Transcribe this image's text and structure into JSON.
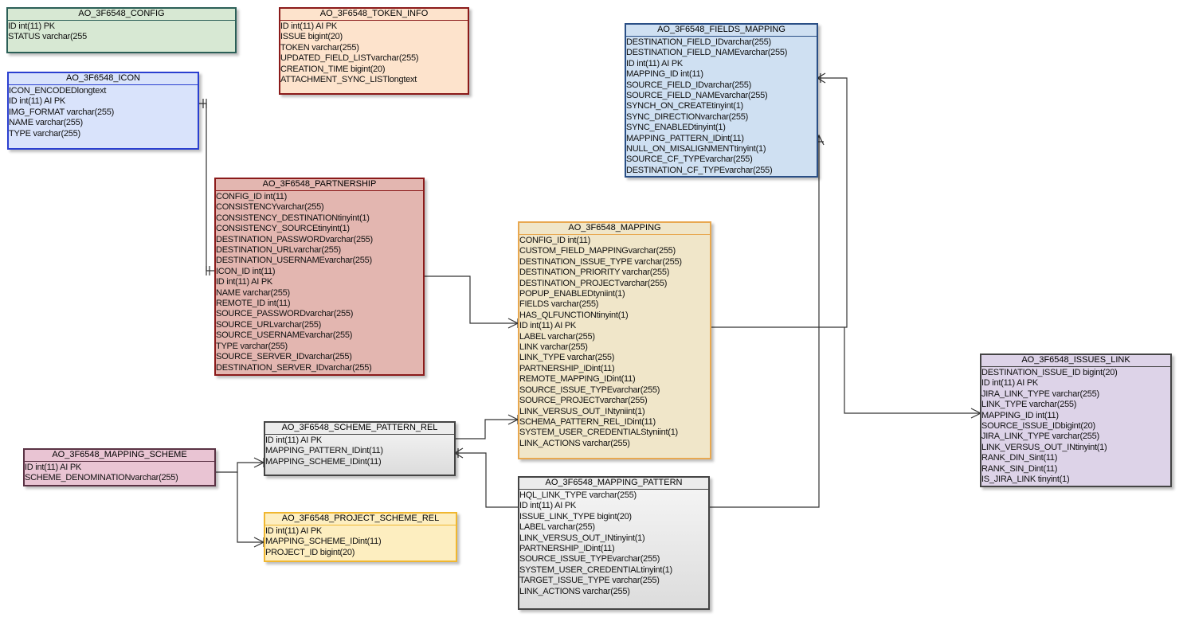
{
  "colors": {
    "config": "#d7e8d3",
    "token": "#fde3cc",
    "icon": "#d9e3fb",
    "fields_mapping": "#cfe0f2",
    "partnership": "#e3b6b0",
    "mapping": "#f0e6c9",
    "issues_link": "#ddd3e8",
    "mapping_scheme": "#e9c4d3",
    "scheme_pattern": "#ececec",
    "project_scheme": "#fdeec0",
    "mapping_pattern": "#ececec",
    "line": "#333333"
  },
  "tables": [
    {
      "id": "config",
      "title": "AO_3F6548_CONFIG",
      "fields": [
        "ID int(11) PK",
        "STATUS varchar(255"
      ]
    },
    {
      "id": "token",
      "title": "AO_3F6548_TOKEN_INFO",
      "fields": [
        "ID int(11) AI PK",
        "ISSUE bigint(20)",
        "TOKEN varchar(255)",
        "UPDATED_FIELD_LISTvarchar(255)",
        "CREATION_TIME bigint(20)",
        "ATTACHMENT_SYNC_LISTlongtext"
      ]
    },
    {
      "id": "icon",
      "title": "AO_3F6548_ICON",
      "fields": [
        "ICON_ENCODEDlongtext",
        "ID int(11) AI PK",
        "IMG_FORMAT varchar(255)",
        "NAME varchar(255)",
        "TYPE varchar(255)"
      ]
    },
    {
      "id": "fields_mapping",
      "title": "AO_3F6548_FIELDS_MAPPING",
      "fields": [
        "DESTINATION_FIELD_IDvarchar(255)",
        "DESTINATION_FIELD_NAMEvarchar(255)",
        "ID int(11) AI PK",
        "MAPPING_ID int(11)",
        "SOURCE_FIELD_IDvarchar(255)",
        "SOURCE_FIELD_NAMEvarchar(255)",
        "SYNCH_ON_CREATEtinyint(1)",
        "SYNC_DIRECTIONvarchar(255)",
        "SYNC_ENABLEDtinyint(1)",
        "MAPPING_PATTERN_IDint(11)",
        "NULL_ON_MISALIGNMENTtinyint(1)",
        "SOURCE_CF_TYPEvarchar(255)",
        "DESTINATION_CF_TYPEvarchar(255)"
      ]
    },
    {
      "id": "partnership",
      "title": "AO_3F6548_PARTNERSHIP",
      "fields": [
        "CONFIG_ID int(11)",
        "CONSISTENCYvarchar(255)",
        "CONSISTENCY_DESTINATIONtinyint(1)",
        "CONSISTENCY_SOURCEtinyint(1)",
        "DESTINATION_PASSWORDvarchar(255)",
        "DESTINATION_URLvarchar(255)",
        "DESTINATION_USERNAMEvarchar(255)",
        "ICON_ID int(11)",
        "ID int(11) AI PK",
        "NAME varchar(255)",
        "REMOTE_ID int(11)",
        "SOURCE_PASSWORDvarchar(255)",
        "SOURCE_URLvarchar(255)",
        "SOURCE_USERNAMEvarchar(255)",
        "TYPE varchar(255)",
        "SOURCE_SERVER_IDvarchar(255)",
        "DESTINATION_SERVER_IDvarchar(255)"
      ]
    },
    {
      "id": "mapping",
      "title": "AO_3F6548_MAPPING",
      "fields": [
        "CONFIG_ID int(11)",
        "CUSTOM_FIELD_MAPPINGvarchar(255)",
        "DESTINATION_ISSUE_TYPE varchar(255)",
        "DESTINATION_PRIORITY varchar(255)",
        "DESTINATION_PROJECTvarchar(255)",
        "POPUP_ENABLEDtyniint(1)",
        "FIELDS varchar(255)",
        "HAS_QLFUNCTIONtinyint(1)",
        "ID int(11) AI PK",
        "LABEL varchar(255)",
        "LINK varchar(255)",
        "LINK_TYPE varchar(255)",
        "PARTNERSHIP_IDint(11)",
        "REMOTE_MAPPING_IDint(11)",
        "SOURCE_ISSUE_TYPEvarchar(255)",
        "SOURCE_PROJECTvarchar(255)",
        "LINK_VERSUS_OUT_INtyniint(1)",
        "SCHEMA_PATTERN_REL_IDint(11)",
        "SYSTEM_USER_CREDENTIALStyniint(1)",
        "LINK_ACTIONS varchar(255)"
      ]
    },
    {
      "id": "issues_link",
      "title": "AO_3F6548_ISSUES_LINK",
      "fields": [
        "DESTINATION_ISSUE_ID bigint(20)",
        "ID int(11) AI PK",
        "JIRA_LINK_TYPE varchar(255)",
        "LINK_TYPE varchar(255)",
        "MAPPING_ID int(11)",
        "SOURCE_ISSUE_IDbigint(20)",
        "JIRA_LINK_TYPE varchar(255)",
        "LINK_VERSUS_OUT_INtinyint(1)",
        "RANK_DIN_Sint(11)",
        "RANK_SIN_Dint(11)",
        "IS_JIRA_LINK tinyint(1)"
      ]
    },
    {
      "id": "mapping_scheme",
      "title": "AO_3F6548_MAPPING_SCHEME",
      "fields": [
        "ID int(11) AI PK",
        "SCHEME_DENOMINATIONvarchar(255)"
      ]
    },
    {
      "id": "scheme_pattern",
      "title": "AO_3F6548_SCHEME_PATTERN_REL",
      "fields": [
        "ID int(11) AI PK",
        "MAPPING_PATTERN_IDint(11)",
        "MAPPING_SCHEME_IDint(11)"
      ]
    },
    {
      "id": "project_scheme",
      "title": "AO_3F6548_PROJECT_SCHEME_REL",
      "fields": [
        "ID int(11) AI PK",
        "MAPPING_SCHEME_IDint(11)",
        "PROJECT_ID bigint(20)"
      ]
    },
    {
      "id": "mapping_pattern",
      "title": "AO_3F6548_MAPPING_PATTERN",
      "fields": [
        "HQL_LINK_TYPE varchar(255)",
        "ID int(11) AI PK",
        "ISSUE_LINK_TYPE bigint(20)",
        "LABEL varchar(255)",
        "LINK_VERSUS_OUT_INtinyint(1)",
        "PARTNERSHIP_IDint(11)",
        "SOURCE_ISSUE_TYPEvarchar(255)",
        "SYSTEM_USER_CREDENTIALtinyint(1)",
        "TARGET_ISSUE_TYPE varchar(255)",
        "LINK_ACTIONS varchar(255)"
      ]
    }
  ]
}
